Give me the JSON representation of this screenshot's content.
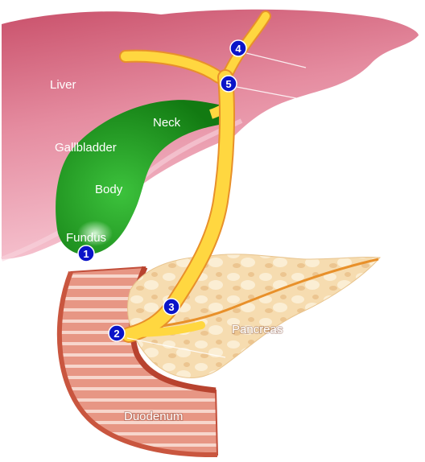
{
  "labels": {
    "liver": "Liver",
    "gallbladder": "Gallbladder",
    "neck": "Neck",
    "body": "Body",
    "fundus": "Fundus",
    "pancreas": "Pancreas",
    "duodenum": "Duodenum"
  },
  "markers": [
    "1",
    "2",
    "3",
    "4",
    "5"
  ],
  "colors": {
    "liver": "#e07a8f",
    "gallbladder": "#1e9e1e",
    "duct": "#ffd740",
    "duct_outline": "#e8902a",
    "pancreas": "#f6dcb0",
    "duodenum": "#d9715a",
    "marker": "#0a14c8"
  }
}
